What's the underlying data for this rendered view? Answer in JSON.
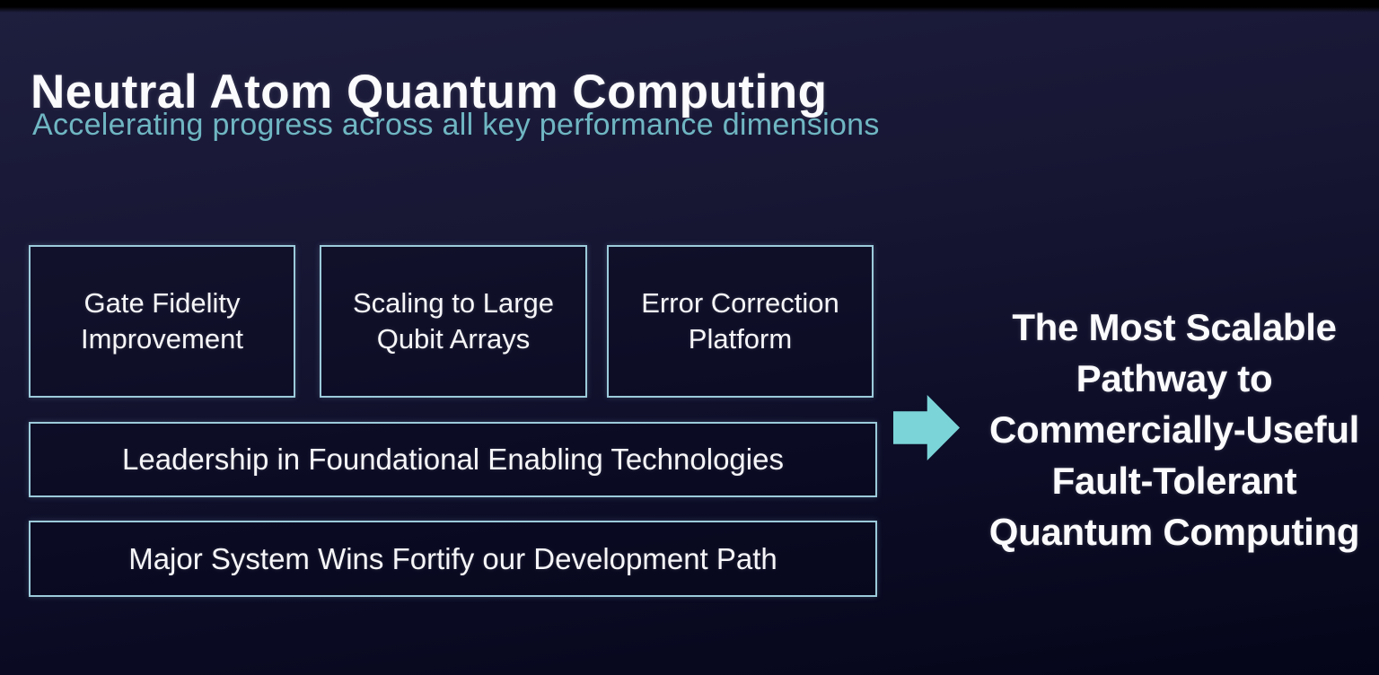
{
  "slide": {
    "title": "Neutral Atom Quantum Computing",
    "subtitle": "Accelerating progress across all key performance dimensions"
  },
  "pillars": [
    {
      "line1": "Gate Fidelity",
      "line2": "Improvement"
    },
    {
      "line1": "Scaling to Large",
      "line2": "Qubit Arrays"
    },
    {
      "line1": "Error Correction",
      "line2": "Platform"
    }
  ],
  "bars": [
    {
      "label": "Leadership in Foundational Enabling Technologies"
    },
    {
      "label": "Major System Wins Fortify our Development Path"
    }
  ],
  "arrow": {
    "icon": "right-block-arrow"
  },
  "conclusion": {
    "lines": [
      "The Most Scalable",
      "Pathway to",
      "Commercially-Useful",
      "Fault-Tolerant",
      "Quantum Computing"
    ]
  },
  "colors": {
    "background_top": "#1e1e3e",
    "background_bottom": "#050519",
    "box_border": "#9ccbdb",
    "arrow_teal": "#7bd5d8",
    "subtitle_teal": "#6fb6c2",
    "text_white": "#fbfbfd"
  }
}
